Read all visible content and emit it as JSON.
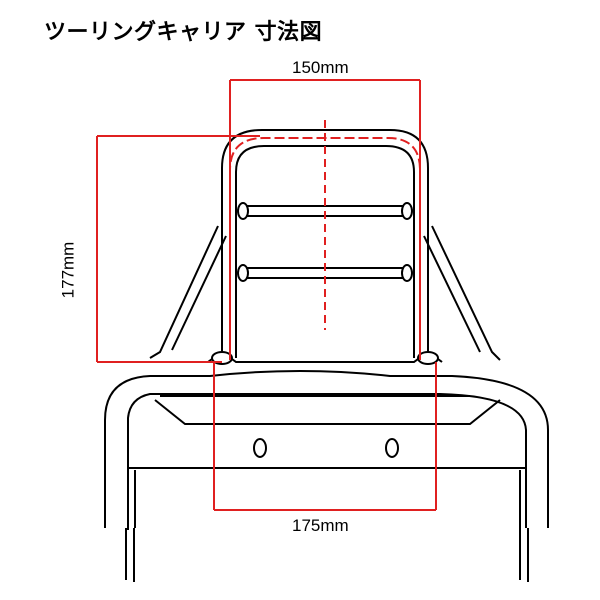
{
  "title": "ツーリングキャリア 寸法図",
  "dimensions": {
    "width_top": "150mm",
    "height_left": "177mm",
    "width_bottom": "175mm"
  },
  "colors": {
    "dimension_line": "#e02020",
    "outline": "#000000"
  }
}
